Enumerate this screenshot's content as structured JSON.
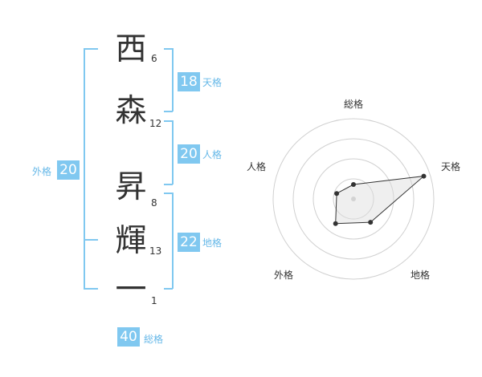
{
  "name": {
    "chars": [
      {
        "char": "西",
        "strokes": "6"
      },
      {
        "char": "森",
        "strokes": "12"
      },
      {
        "char": "昇",
        "strokes": "8"
      },
      {
        "char": "輝",
        "strokes": "13"
      },
      {
        "char": "一",
        "strokes": "1"
      }
    ]
  },
  "kakusu": {
    "tenkaku": {
      "value": "18",
      "label": "天格"
    },
    "jinkaku": {
      "value": "20",
      "label": "人格"
    },
    "chikaku": {
      "value": "22",
      "label": "地格"
    },
    "gaikaku": {
      "value": "20",
      "label": "外格"
    },
    "soukaku": {
      "value": "40",
      "label": "総格"
    }
  },
  "colors": {
    "accent": "#80c8f0",
    "label": "#66b8e8",
    "text": "#333333"
  },
  "chart_data": {
    "type": "radar",
    "axes": [
      "総格",
      "天格",
      "地格",
      "外格",
      "人格"
    ],
    "values": [
      0.18,
      0.92,
      0.36,
      0.38,
      0.22
    ],
    "rings": 4
  }
}
